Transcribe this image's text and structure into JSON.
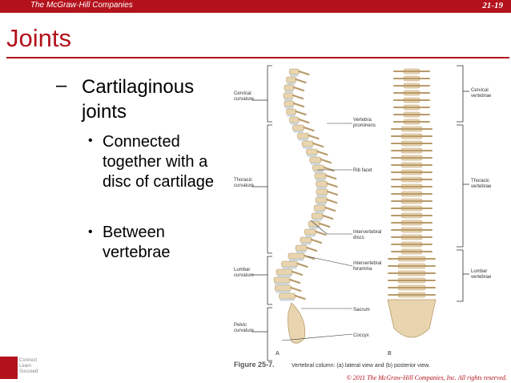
{
  "header": {
    "brand": "The McGraw·Hill Companies",
    "slide_number": "21-19"
  },
  "title": "Joints",
  "content": {
    "dash": "–",
    "subheading": "Cartilaginous joints",
    "bullet_glyph": "•",
    "bullets": [
      "Connected together with a disc of cartilage",
      "Between vertebrae"
    ]
  },
  "figure": {
    "left_labels": {
      "cervical": [
        "Cervical",
        "curvature"
      ],
      "thoracic": [
        "Thoracic",
        "curvature"
      ],
      "lumbar": [
        "Lumbar",
        "curvature"
      ],
      "pelvic": [
        "Pelvic",
        "curvature"
      ]
    },
    "mid_labels": {
      "vertebra_prominens": [
        "Vertebra",
        "prominens"
      ],
      "rib_facet": [
        "Rib facet"
      ],
      "intervertebral_discs": [
        "Intervertebral",
        "discs"
      ],
      "intervertebral_foramina": [
        "Intervertebral",
        "foramina"
      ],
      "sacrum": [
        "Sacrum"
      ],
      "coccyx": [
        "Coccyx"
      ]
    },
    "right_labels": {
      "cervical": [
        "Cervical",
        "vertebrae"
      ],
      "thoracic": [
        "Thoracic",
        "vertebrae"
      ],
      "lumbar": [
        "Lumbar",
        "vertebrae"
      ]
    },
    "panel_a": "A",
    "panel_b": "B",
    "caption_label": "Figure 25-7.",
    "caption_text": "Vertebral column: (a) lateral view and (b) posterior view."
  },
  "logo_text": "Connect Learn Succeed",
  "footer": "© 2011 The McGraw-Hill Companies, Inc. All rights reserved.",
  "colors": {
    "brand_red": "#b3121c",
    "bone": "#e8d5b0",
    "bone_edge": "#b89a6a",
    "disc": "#c9d6dc"
  }
}
